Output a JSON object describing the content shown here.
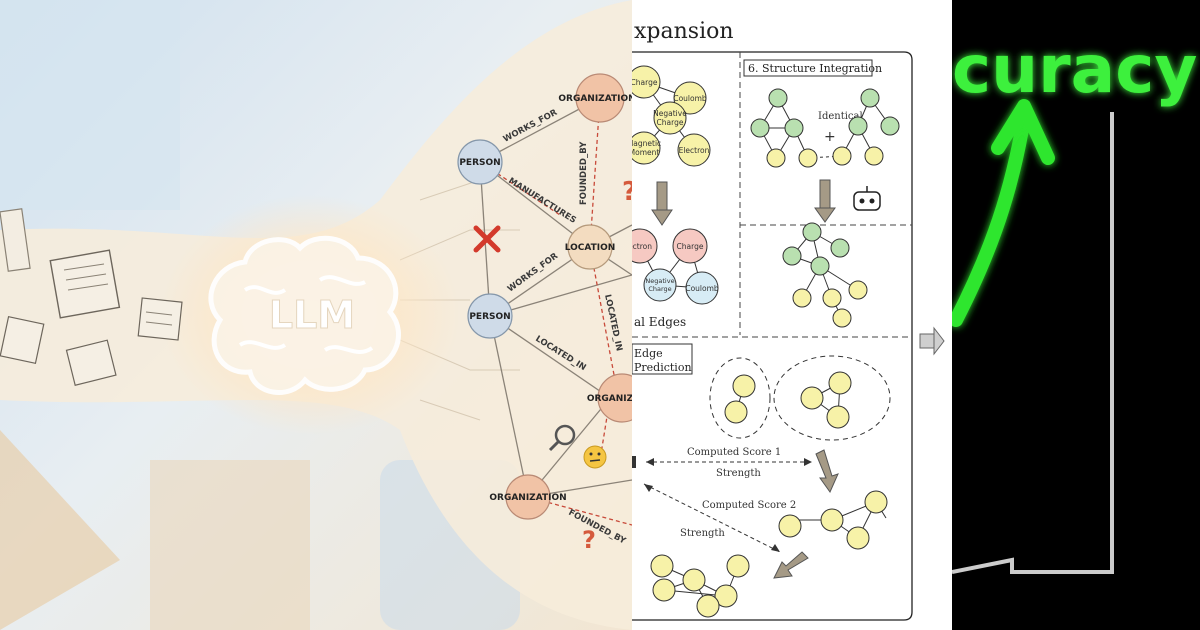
{
  "left_panel": {
    "brain_label": "LLM",
    "nodes": {
      "org_top": "ORGANIZATION",
      "person_top": "PERSON",
      "location": "LOCATION",
      "person_mid": "PERSON",
      "org_mid": "ORGANIZ",
      "org_bottom": "ORGANIZATION"
    },
    "edges": {
      "works_for_1": "WORKS_FOR",
      "manufactures": "MANUFACTURES",
      "founded_by_1": "FOUNDED_BY",
      "works_for_2": "WORKS_FOR",
      "located_in_1": "LOCATED_IN",
      "located_in_2": "LOCATED_IN",
      "founded_by_2": "FOUNDED_BY"
    },
    "icons": [
      "paper-doc-icon",
      "error-cross-icon",
      "question-mark-icon",
      "magnifier-icon",
      "thinking-face-icon"
    ]
  },
  "middle_panel": {
    "title": "xpansion",
    "section_structure": "6. Structure Integration",
    "identical_label": "Identical",
    "plus_sign": "+",
    "nodes_top": {
      "charge": "Charge",
      "coulomb": "Coulomb",
      "negative_charge_a": "Negative",
      "negative_charge_b": "Charge",
      "magnetic_a": "Magnetic",
      "magnetic_b": "Moment",
      "electron": "Electron"
    },
    "nodes_bottom": {
      "electron": "ectron",
      "charge": "Charge",
      "negative_charge_a": "Negative",
      "negative_charge_b": "Charge",
      "coulomb": "Coulomb"
    },
    "edges_label": "al Edges",
    "edge_prediction_a": "Edge",
    "edge_prediction_b": "Prediction",
    "score1": "Computed Score 1",
    "strength1": "Strength",
    "score2": "Computed Score 2",
    "strength2": "Strength"
  },
  "right_panel": {
    "title": "curacy",
    "accent_color": "#3cf03c"
  }
}
